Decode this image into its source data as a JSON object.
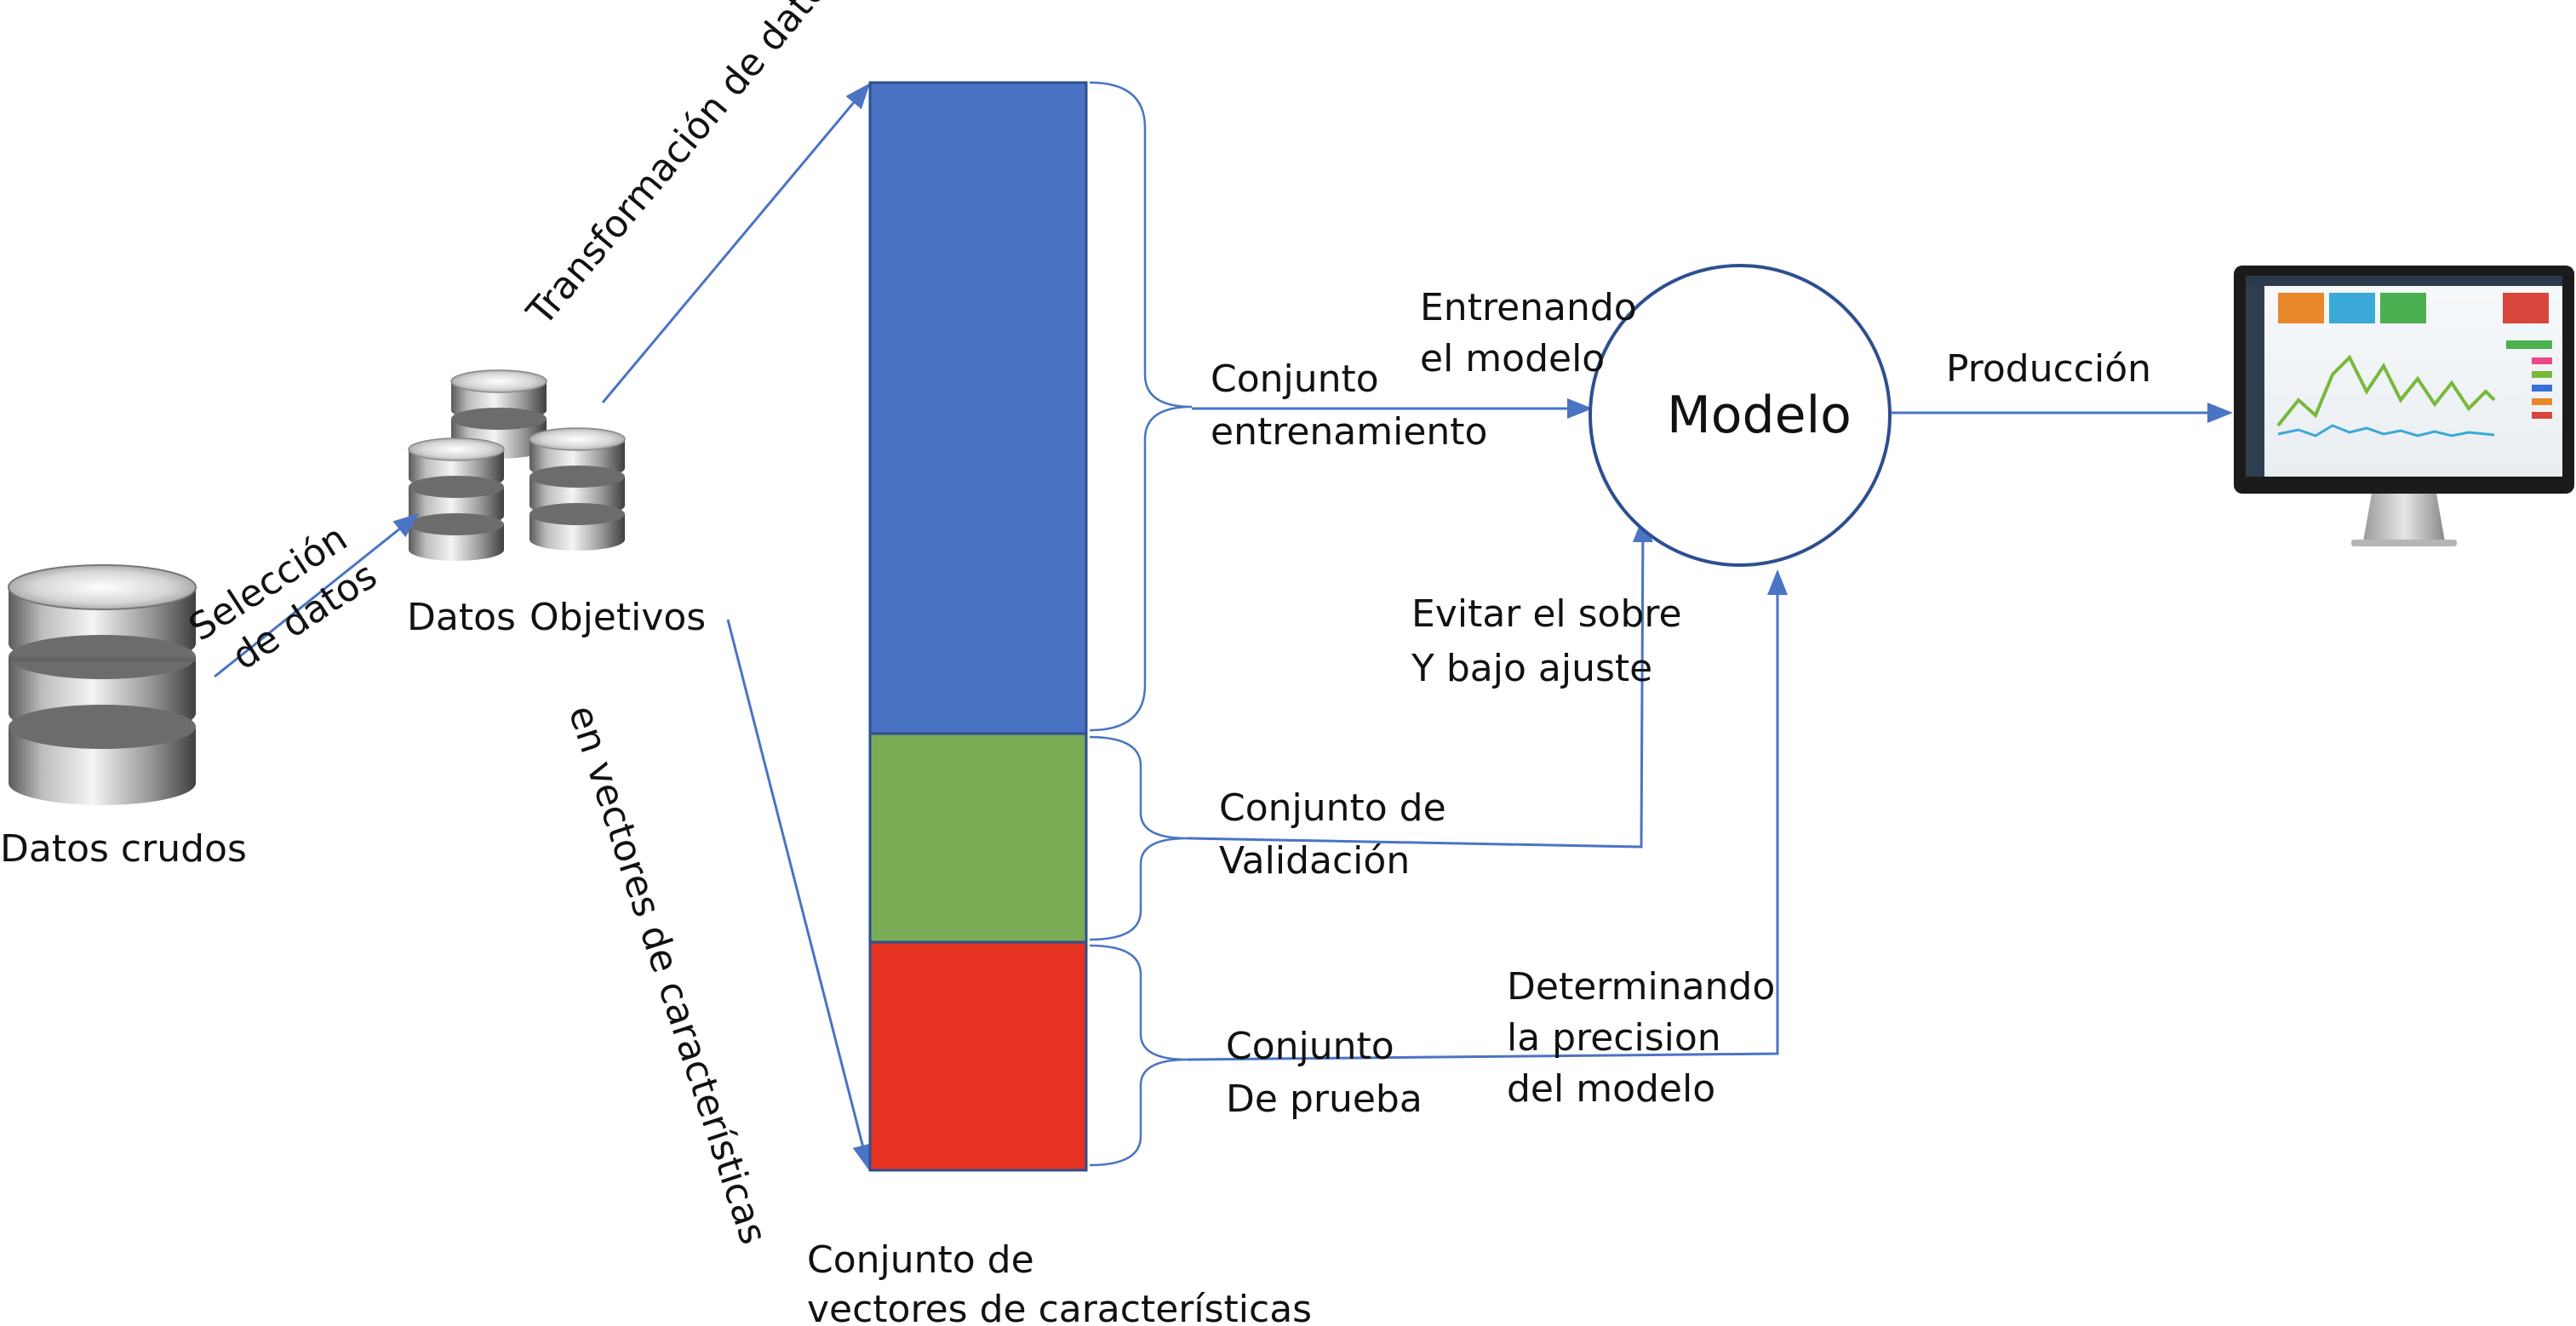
{
  "diagram": {
    "raw_data_label": "Datos crudos",
    "selection_line1": "Selección",
    "selection_line2": "de datos",
    "target_data_label_1": "Datos",
    "target_data_label_2": "Objetivos",
    "transformation_label": "Transformación de datos",
    "feature_vectors_label": "en vectores de características",
    "feature_set_line1": "Conjunto de",
    "feature_set_line2": "vectores de características",
    "training_set_line1": "Conjunto",
    "training_set_line2": "entrenamiento",
    "validation_set_line1": "Conjunto de",
    "validation_set_line2": "Validación",
    "test_set_line1": "Conjunto",
    "test_set_line2": "De prueba",
    "training_model_line1": "Entrenando",
    "training_model_line2": "el modelo",
    "avoid_fit_line1": "Evitar el sobre",
    "avoid_fit_line2": "Y bajo ajuste",
    "precision_line1": "Determinando",
    "precision_line2": "la precision",
    "precision_line3": "del modelo",
    "model_label": "Modelo",
    "production_label": "Producción"
  },
  "colors": {
    "training": "#4a72c2",
    "validation": "#7aab55",
    "test": "#e63322",
    "arrow": "#4a74c4"
  },
  "icons": [
    "database-icon",
    "monitor-icon"
  ]
}
